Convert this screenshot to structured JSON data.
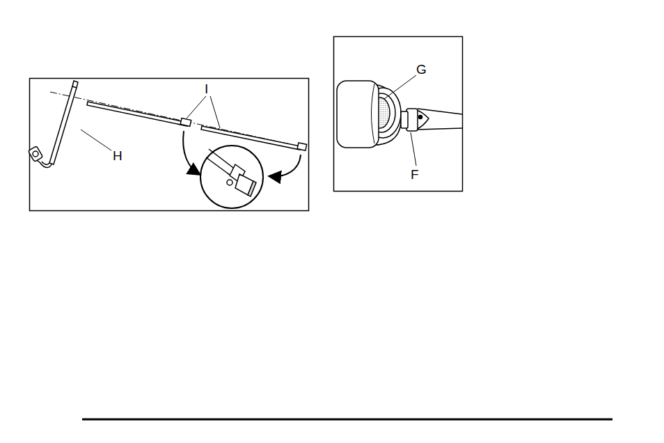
{
  "diagram": {
    "labels": [
      "I",
      "H",
      "G",
      "F"
    ]
  }
}
